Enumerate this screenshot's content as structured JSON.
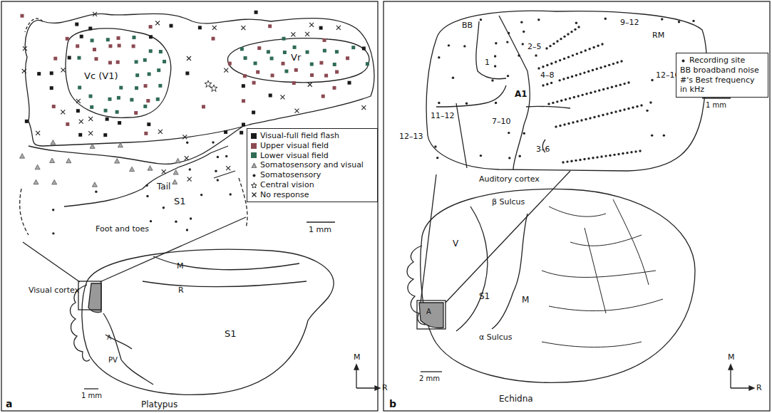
{
  "diagram": {
    "labels": [
      "Vc (V1)",
      "Vr",
      "Tail",
      "S1",
      "Foot and toes",
      "1 mm",
      "Visual cortex",
      "M",
      "R",
      "A",
      "PV",
      "S1",
      "1 mm",
      "Platypus",
      "M",
      "R",
      "a",
      "BB",
      "1",
      "2–5",
      "9–12",
      "RM",
      "12–16",
      "4–8",
      "A1",
      "11–12",
      "12–13",
      "7–10",
      "3–6",
      "Auditory cortex",
      "1 mm",
      "β Sulcus",
      "V",
      "S1",
      "M",
      "A",
      "α Sulcus",
      "2 mm",
      "Echidna",
      "M",
      "R",
      "b"
    ],
    "legend": [
      {
        "text": "Visual-full field flash",
        "color": "#1a1a1a"
      },
      {
        "text": "Upper visual field",
        "color": "#8b4a52"
      },
      {
        "text": "Lower visual field",
        "color": "#2f6b55"
      },
      {
        "text": "Somatosensory and visual"
      },
      {
        "text": "Somatosensory"
      },
      {
        "text": "Central vision"
      },
      {
        "text": "No response"
      },
      {
        "text": "Recording site"
      },
      {
        "text": "BB broadband noise"
      },
      {
        "text": "#'s Best frequency in kHz"
      }
    ]
  }
}
